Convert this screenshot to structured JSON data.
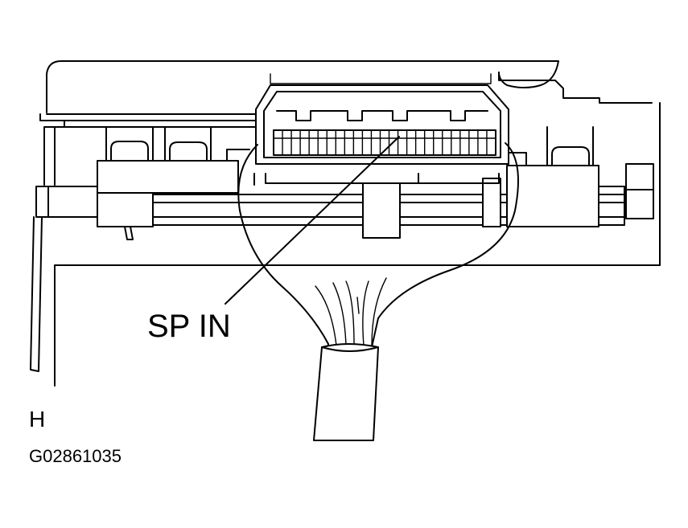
{
  "figure": {
    "callout_label": "SP IN",
    "view_code": "H",
    "figure_id": "G02861035"
  }
}
